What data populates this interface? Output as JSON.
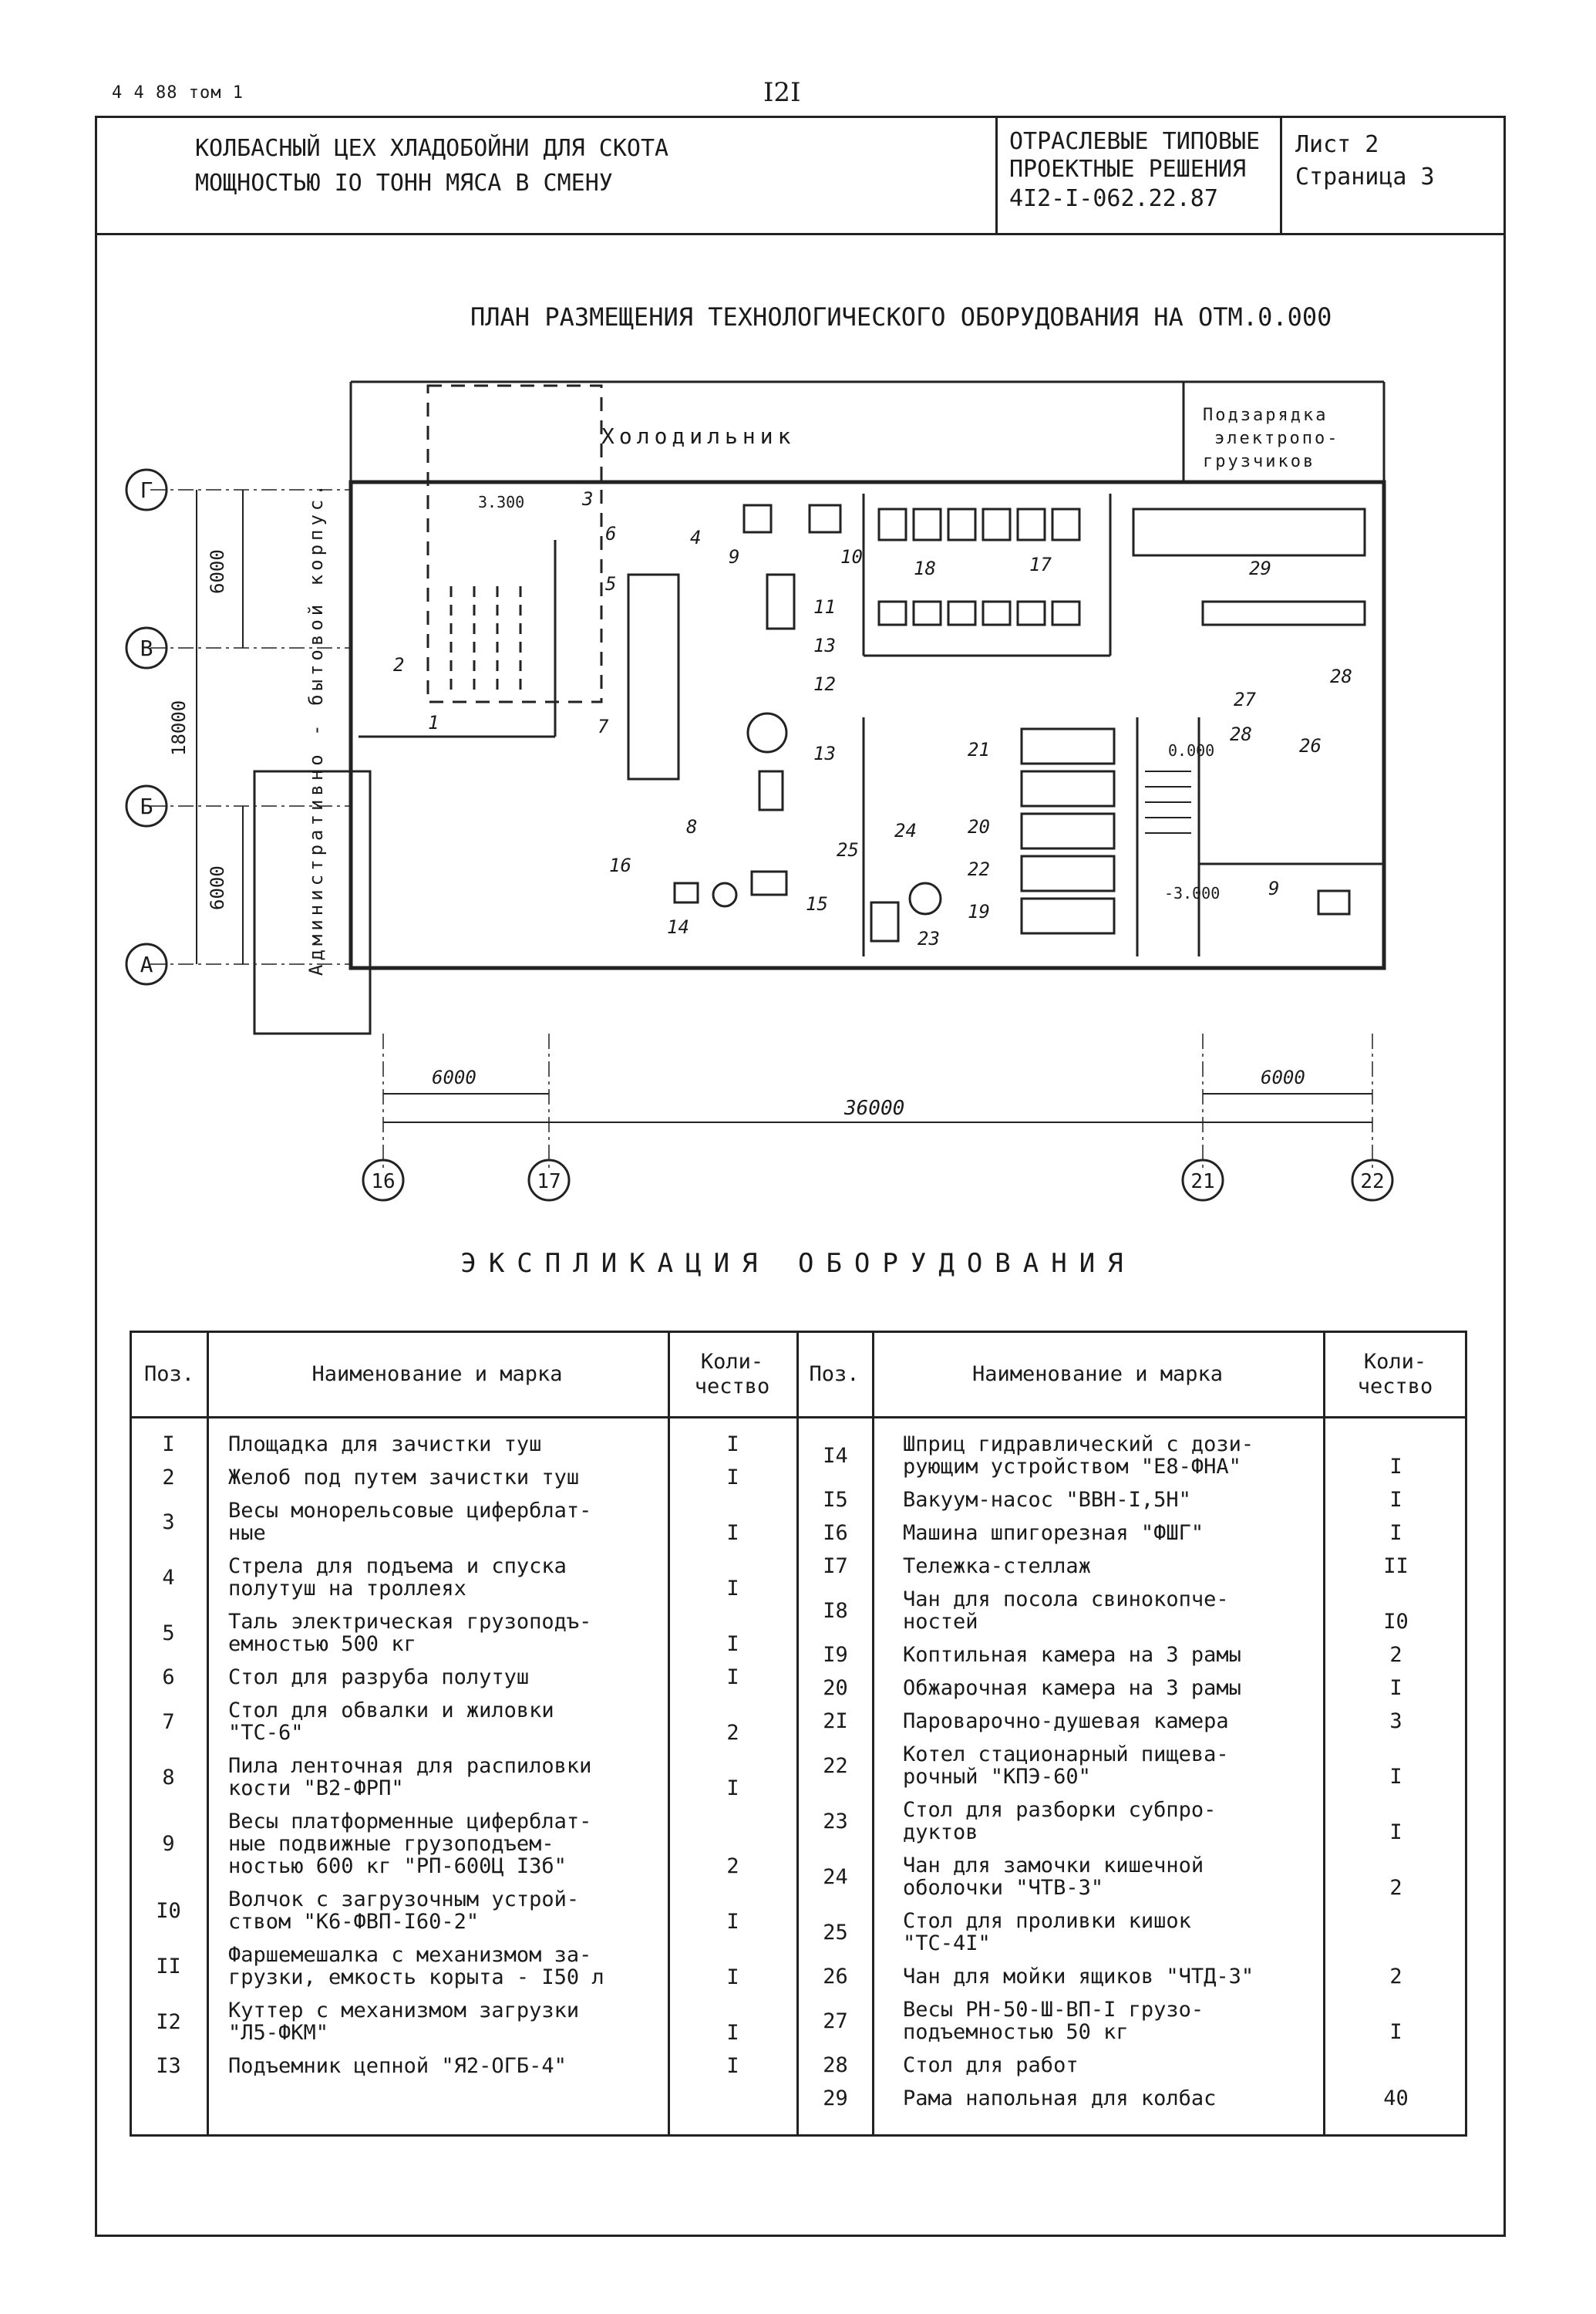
{
  "header": {
    "doc_tag": "4 4 88 том 1",
    "page_number": "I2I",
    "title_line1": "КОЛБАСНЫЙ ЦЕХ ХЛАДОБОЙНИ ДЛЯ СКОТА",
    "title_line2": "МОЩНОСТЬЮ IO ТОНН МЯСА В СМЕНУ",
    "series_line1": "ОТРАСЛЕВЫЕ ТИПОВЫЕ",
    "series_line2": "ПРОЕКТНЫЕ РЕШЕНИЯ",
    "series_line3": "4I2-I-062.22.87",
    "sheet": "Лист 2",
    "page": "Страница 3"
  },
  "plan": {
    "title": "ПЛАН РАЗМЕЩЕНИЯ ТЕХНОЛОГИЧЕСКОГО ОБОРУДОВАНИЯ НА ОТМ.0.000",
    "room_cold": "Холодильник",
    "room_charge_1": "Подзарядка",
    "room_charge_2": "электропо-",
    "room_charge_3": "грузчиков",
    "side_building": "Административно - бытовой корпус.",
    "axes_rows": [
      "Г",
      "В",
      "Б",
      "А"
    ],
    "axes_cols": [
      "16",
      "17",
      "21",
      "22"
    ],
    "dims": {
      "left_top": "6000",
      "left_total": "18000",
      "left_bottom": "6000",
      "bottom_left": "6000",
      "bottom_right": "6000",
      "bottom_total": "36000"
    },
    "levels": [
      "3.300",
      "0.000",
      "-3.000"
    ],
    "pos_labels": [
      "1",
      "2",
      "3",
      "4",
      "5",
      "6",
      "7",
      "8",
      "9",
      "10",
      "11",
      "12",
      "13",
      "13",
      "14",
      "15",
      "16",
      "17",
      "18",
      "19",
      "20",
      "21",
      "22",
      "23",
      "24",
      "25",
      "26",
      "27",
      "28",
      "28",
      "29",
      "9"
    ]
  },
  "explication": {
    "title": "ЭКСПЛИКАЦИЯ ОБОРУДОВАНИЯ",
    "headers": {
      "pos": "Поз.",
      "name": "Наименование и марка",
      "qty_1": "Коли-",
      "qty_2": "чество"
    },
    "left_rows": [
      {
        "pos": "I",
        "name": [
          "Площадка для зачистки туш"
        ],
        "qty": "I"
      },
      {
        "pos": "2",
        "name": [
          "Желоб под путем зачистки туш"
        ],
        "qty": "I"
      },
      {
        "pos": "3",
        "name": [
          "Весы монорельсовые циферблат-",
          "ные"
        ],
        "qty": "I"
      },
      {
        "pos": "4",
        "name": [
          "Стрела для подъема и спуска",
          "полутуш на троллеях"
        ],
        "qty": "I"
      },
      {
        "pos": "5",
        "name": [
          "Таль электрическая грузоподъ-",
          "емностью 500 кг"
        ],
        "qty": "I"
      },
      {
        "pos": "6",
        "name": [
          "Стол для разруба полутуш"
        ],
        "qty": "I"
      },
      {
        "pos": "7",
        "name": [
          "Стол для обвалки и жиловки",
          "\"ТС-6\""
        ],
        "qty": "2"
      },
      {
        "pos": "8",
        "name": [
          "Пила ленточная для распиловки",
          "кости \"В2-ФРП\""
        ],
        "qty": "I"
      },
      {
        "pos": "9",
        "name": [
          "Весы платформенные циферблат-",
          "ные подвижные грузоподъем-",
          "ностью 600 кг \"РП-600Ц I3б\""
        ],
        "qty": "2"
      },
      {
        "pos": "I0",
        "name": [
          "Волчок с загрузочным устрой-",
          "ством \"К6-ФВП-I60-2\""
        ],
        "qty": "I"
      },
      {
        "pos": "II",
        "name": [
          "Фаршемешалка с механизмом за-",
          "грузки, емкость корыта - I50 л"
        ],
        "qty": "I"
      },
      {
        "pos": "I2",
        "name": [
          "Куттер с механизмом загрузки",
          "\"Л5-ФКМ\""
        ],
        "qty": "I"
      },
      {
        "pos": "I3",
        "name": [
          "Подъемник цепной \"Я2-ОГБ-4\""
        ],
        "qty": "I"
      }
    ],
    "right_rows": [
      {
        "pos": "I4",
        "name": [
          "Шприц гидравлический с дози-",
          "рующим устройством \"Е8-ФНА\""
        ],
        "qty": "I"
      },
      {
        "pos": "I5",
        "name": [
          "Вакуум-насос \"ВВН-I,5Н\""
        ],
        "qty": "I"
      },
      {
        "pos": "I6",
        "name": [
          "Машина шпигорезная \"ФШГ\""
        ],
        "qty": "I"
      },
      {
        "pos": "I7",
        "name": [
          "Тележка-стеллаж"
        ],
        "qty": "II"
      },
      {
        "pos": "I8",
        "name": [
          "Чан для посола свинокопче-",
          "ностей"
        ],
        "qty": "I0"
      },
      {
        "pos": "I9",
        "name": [
          "Коптильная камера на 3 рамы"
        ],
        "qty": "2"
      },
      {
        "pos": "20",
        "name": [
          "Обжарочная камера на 3 рамы"
        ],
        "qty": "I"
      },
      {
        "pos": "2I",
        "name": [
          "Пароварочно-душевая камера"
        ],
        "qty": "3"
      },
      {
        "pos": "22",
        "name": [
          "Котел стационарный пищева-",
          "рочный \"КПЭ-60\""
        ],
        "qty": "I"
      },
      {
        "pos": "23",
        "name": [
          "Стол для разборки субпро-",
          "дуктов"
        ],
        "qty": "I"
      },
      {
        "pos": "24",
        "name": [
          "Чан для замочки кишечной",
          "оболочки \"ЧТВ-3\""
        ],
        "qty": "2"
      },
      {
        "pos": "25",
        "name": [
          "Стол для проливки кишок",
          "\"ТС-4I\""
        ],
        "qty": ""
      },
      {
        "pos": "26",
        "name": [
          "Чан для мойки ящиков \"ЧТД-3\""
        ],
        "qty": "2"
      },
      {
        "pos": "27",
        "name": [
          "Весы РН-50-Ш-ВП-I грузо-",
          "подъемностью 50 кг"
        ],
        "qty": "I"
      },
      {
        "pos": "28",
        "name": [
          "Стол для работ"
        ],
        "qty": ""
      },
      {
        "pos": "29",
        "name": [
          "Рама напольная для колбас"
        ],
        "qty": "40"
      }
    ]
  }
}
